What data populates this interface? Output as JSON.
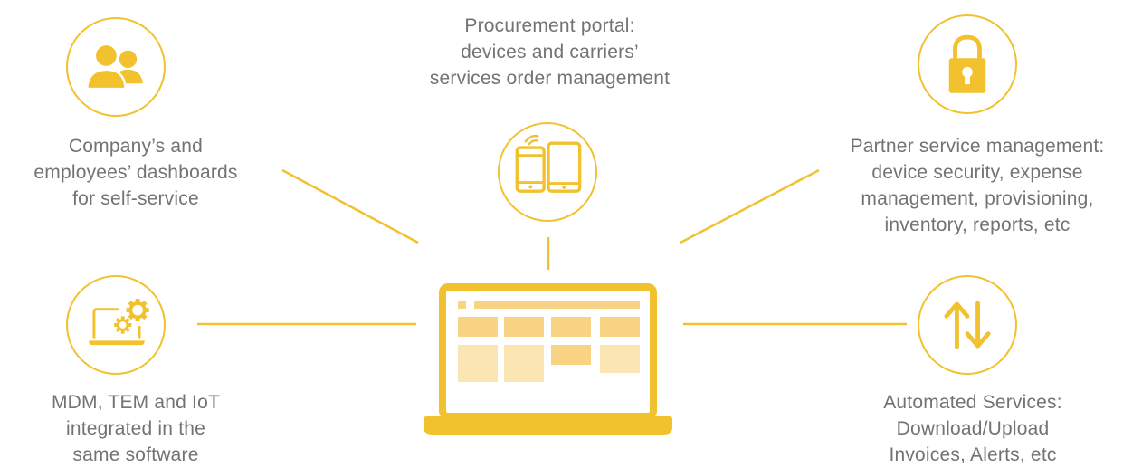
{
  "colors": {
    "accent": "#f2c12e",
    "accent_light": "#fbe6b3",
    "accent_mid": "#f8d383",
    "text": "#737373"
  },
  "nodes": [
    {
      "id": "dashboards",
      "icon": "users-icon",
      "lines": [
        "Company’s and",
        "employees’ dashboards",
        "for self-service"
      ]
    },
    {
      "id": "procurement",
      "icon": "mobile-tablet-icon",
      "lines": [
        "Procurement portal:",
        "devices and carriers’",
        "services order management"
      ]
    },
    {
      "id": "partner",
      "icon": "padlock-icon",
      "lines": [
        "Partner service management:",
        "device security, expense",
        "management, provisioning,",
        "inventory, reports, etc"
      ]
    },
    {
      "id": "mdm",
      "icon": "laptop-gears-icon",
      "lines": [
        "MDM, TEM and IoT",
        "integrated in the",
        "same software"
      ]
    },
    {
      "id": "automated",
      "icon": "up-down-arrows-icon",
      "lines": [
        "Automated Services:",
        "Download/Upload",
        "Invoices, Alerts, etc"
      ]
    }
  ],
  "center": {
    "icon": "laptop-dashboard-icon"
  }
}
